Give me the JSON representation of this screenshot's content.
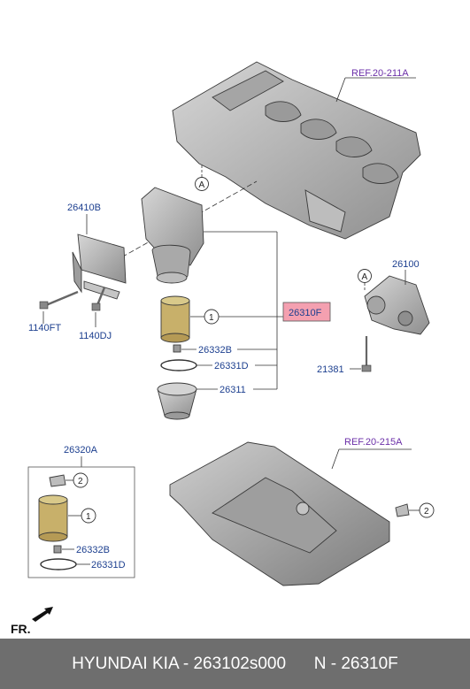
{
  "labels": {
    "ref_block": "REF.20-211A",
    "ref_pan": "REF.20-215A",
    "p26410B": "26410B",
    "p26100": "26100",
    "p1140FT": "1140FT",
    "p1140DJ": "1140DJ",
    "p26310F": "26310F",
    "p26332B_top": "26332B",
    "p26331D_top": "26331D",
    "p26311": "26311",
    "p21381": "21381",
    "p26320A": "26320A",
    "p26332B_bot": "26332B",
    "p26331D_bot": "26331D",
    "marker_a_top": "A",
    "marker_a_right": "A",
    "num1_top": "1",
    "num1_bot": "1",
    "num2_kit": "2",
    "num2_pan": "2",
    "fr": "FR."
  },
  "footer": {
    "text": "HYUNDAI KIA - 263102s000      N - 26310F"
  },
  "colors": {
    "highlight": "#f4a0b0",
    "part_fill": "#b9b9b9",
    "footer_bg": "#6e6e6e"
  }
}
